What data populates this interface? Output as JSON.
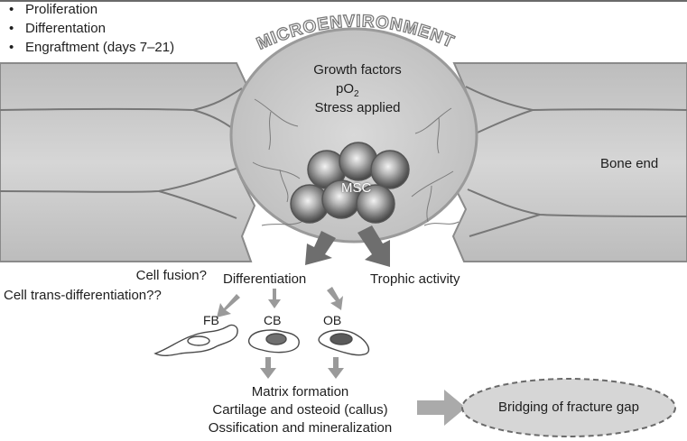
{
  "header_bullets": [
    "Proliferation",
    "Differentation",
    "Engraftment (days 7–21)"
  ],
  "microenvironment": {
    "arc_label": "MICROENVIRONMENT",
    "factors": [
      "Growth factors",
      "pO",
      "2",
      "Stress applied"
    ]
  },
  "bone_end_label": "Bone end",
  "msc_label": "MSC",
  "left_notes": [
    "Cell fusion?",
    "Cell trans-differentiation??"
  ],
  "differentiation_label": "Differentiation",
  "trophic_label": "Trophic activity",
  "cell_types": [
    "FB",
    "CB",
    "OB"
  ],
  "outcomes": [
    "Matrix formation",
    "Cartilage and osteoid (callus)",
    "Ossification and mineralization"
  ],
  "bridging_label": "Bridging of fracture gap",
  "colors": {
    "bone_fill": "#c9c9c9",
    "bone_dark": "#8a8a8a",
    "sphere_fill": "#d4d4d4",
    "cell_dark": "#5f5f5f",
    "arrow_dark": "#6e6e6e",
    "arrow_light": "#a4a4a4"
  }
}
